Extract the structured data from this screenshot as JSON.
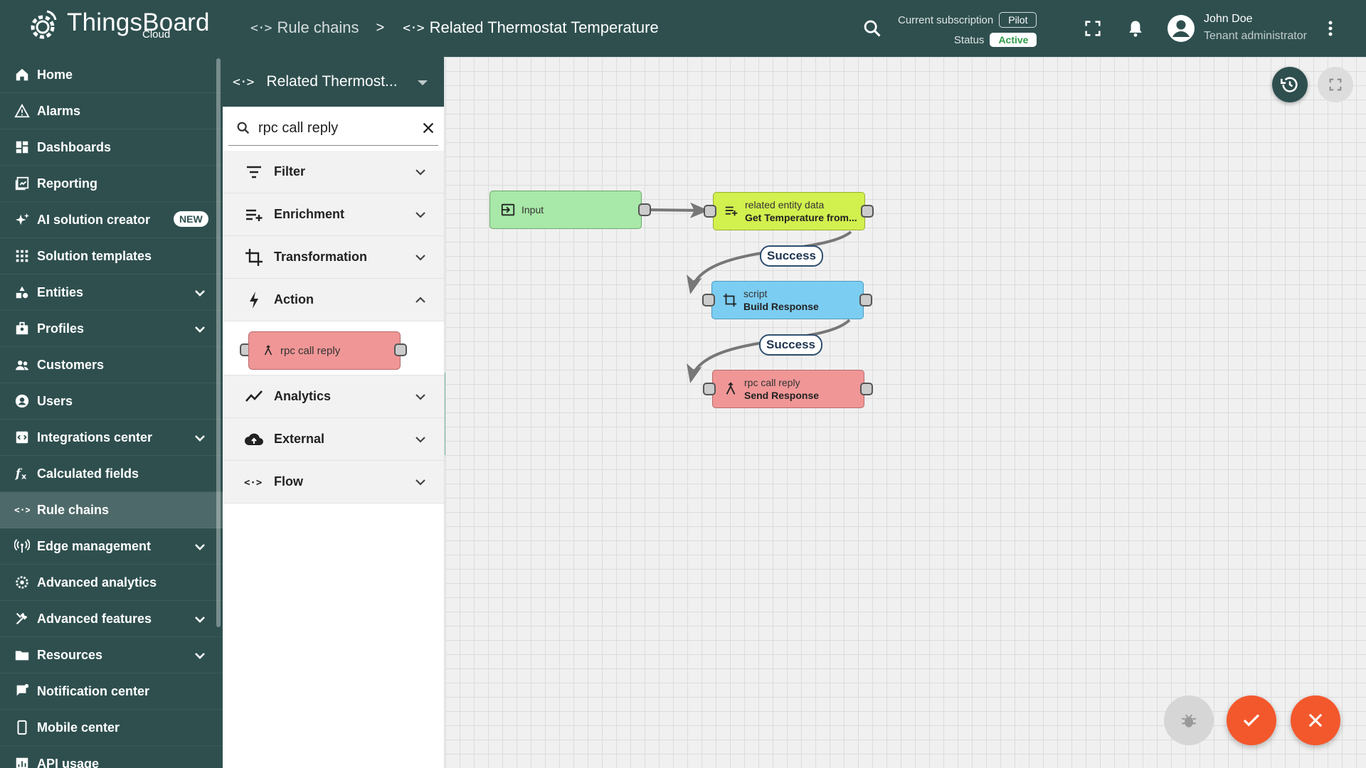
{
  "header": {
    "logo_text": "ThingsBoard",
    "logo_sub": "Cloud",
    "breadcrumbs": [
      {
        "icon": "<·>",
        "label": "Rule chains"
      },
      {
        "icon": "<·>",
        "label": "Related Thermostat Temperature"
      }
    ],
    "separator": ">",
    "subscription_label": "Current subscription",
    "subscription_value": "Pilot",
    "status_label": "Status",
    "status_value": "Active",
    "user_name": "John Doe",
    "user_role": "Tenant administrator"
  },
  "sidebar": {
    "items": [
      {
        "label": "Home",
        "icon": "home-icon"
      },
      {
        "label": "Alarms",
        "icon": "warning-icon"
      },
      {
        "label": "Dashboards",
        "icon": "dashboard-icon"
      },
      {
        "label": "Reporting",
        "icon": "reporting-icon"
      },
      {
        "label": "AI solution creator",
        "icon": "sparkles-icon",
        "badge": "NEW"
      },
      {
        "label": "Solution templates",
        "icon": "apps-icon"
      },
      {
        "label": "Entities",
        "icon": "entities-icon",
        "expandable": true
      },
      {
        "label": "Profiles",
        "icon": "profiles-icon",
        "expandable": true
      },
      {
        "label": "Customers",
        "icon": "customers-icon"
      },
      {
        "label": "Users",
        "icon": "user-icon"
      },
      {
        "label": "Integrations center",
        "icon": "integrations-icon",
        "expandable": true
      },
      {
        "label": "Calculated fields",
        "icon": "function-icon"
      },
      {
        "label": "Rule chains",
        "icon": "rule-chains-icon",
        "active": true
      },
      {
        "label": "Edge management",
        "icon": "edge-icon",
        "expandable": true
      },
      {
        "label": "Advanced analytics",
        "icon": "analytics-gear-icon"
      },
      {
        "label": "Advanced features",
        "icon": "tools-icon",
        "expandable": true
      },
      {
        "label": "Resources",
        "icon": "folder-icon",
        "expandable": true
      },
      {
        "label": "Notification center",
        "icon": "notification-icon"
      },
      {
        "label": "Mobile center",
        "icon": "mobile-icon"
      },
      {
        "label": "API usage",
        "icon": "api-usage-icon"
      }
    ]
  },
  "library": {
    "title": "Related Thermost...",
    "search_value": "rpc call reply",
    "categories": [
      {
        "label": "Filter",
        "expanded": false
      },
      {
        "label": "Enrichment",
        "expanded": false
      },
      {
        "label": "Transformation",
        "expanded": false
      },
      {
        "label": "Action",
        "expanded": true
      },
      {
        "label": "Analytics",
        "expanded": false
      },
      {
        "label": "External",
        "expanded": false
      },
      {
        "label": "Flow",
        "expanded": false
      }
    ],
    "action_node_label": "rpc call reply"
  },
  "canvas": {
    "nodes": [
      {
        "type": "",
        "name": "Input",
        "color": "#a8e8a8"
      },
      {
        "type": "related entity data",
        "name": "Get Temperature from...",
        "color": "#d2f04e"
      },
      {
        "type": "script",
        "name": "Build Response",
        "color": "#7ccdf2"
      },
      {
        "type": "rpc call reply",
        "name": "Send Response",
        "color": "#f09696"
      }
    ],
    "connection_labels": [
      "Success",
      "Success"
    ]
  },
  "colors": {
    "header_bg": "#2f4f4f",
    "accent_fab": "#f3582c",
    "status_active": "#2e9b49"
  }
}
